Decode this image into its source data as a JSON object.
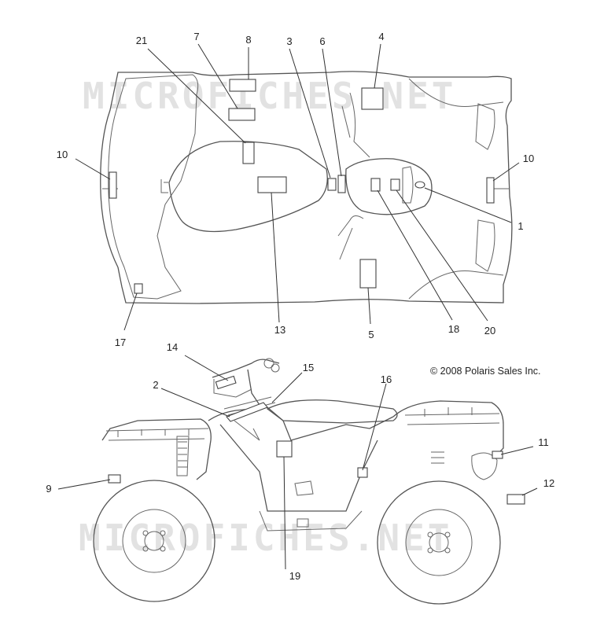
{
  "watermark": {
    "text": "MICROFICHES.NET"
  },
  "copyright": "© 2008 Polaris Sales Inc.",
  "callouts": {
    "c21": "21",
    "c7": "7",
    "c8": "8",
    "c3": "3",
    "c6": "6",
    "c4": "4",
    "c10a": "10",
    "c10b": "10",
    "c1": "1",
    "c13": "13",
    "c17": "17",
    "c5": "5",
    "c18": "18",
    "c20": "20",
    "c14": "14",
    "c15": "15",
    "c2": "2",
    "c16": "16",
    "c11": "11",
    "c9": "9",
    "c12": "12",
    "c19": "19"
  }
}
